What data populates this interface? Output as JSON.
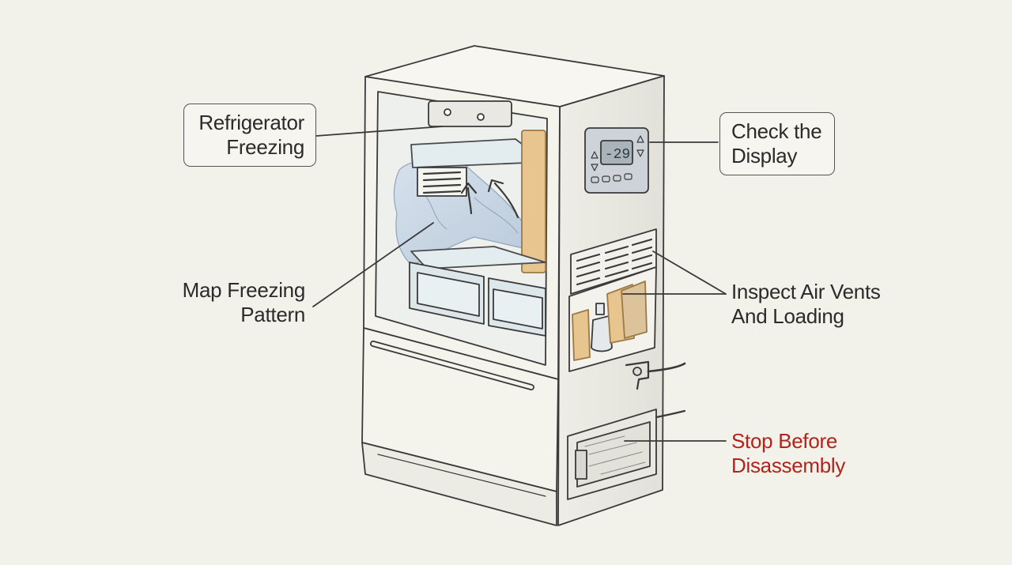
{
  "callouts": {
    "refrigerator_freezing": {
      "line1": "Refrigerator",
      "line2": "Freezing"
    },
    "check_display": {
      "line1": "Check the",
      "line2": "Display"
    },
    "map_freezing": {
      "line1": "Map Freezing",
      "line2": "Pattern"
    },
    "inspect_vents": {
      "line1": "Inspect Air Vents",
      "line2": "And Loading"
    },
    "stop_disassembly": {
      "line1": "Stop Before",
      "line2": "Disassembly"
    }
  },
  "display": {
    "temperature": "-29"
  },
  "colors": {
    "background": "#f3f2ea",
    "ink": "#3a3a3a",
    "warning": "#b0241c",
    "frost": "#c9d6e3",
    "cardboard": "#e8c48e"
  }
}
